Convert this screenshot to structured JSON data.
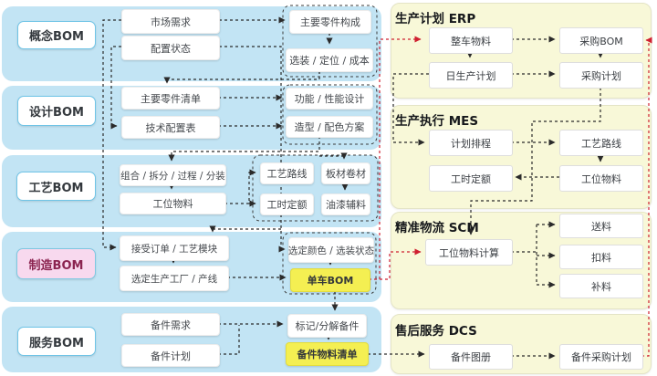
{
  "rows": [
    {
      "label": "概念BOM",
      "col_a": [
        "市场需求",
        "配置状态"
      ],
      "col_b": [
        "主要零件构成",
        "选装 / 定位 / 成本"
      ]
    },
    {
      "label": "设计BOM",
      "col_a": [
        "主要零件清单",
        "技术配置表"
      ],
      "col_b": [
        "功能 / 性能设计",
        "造型 / 配色方案"
      ]
    },
    {
      "label": "工艺BOM",
      "col_a": [
        "组合 / 拆分 / 过程 / 分装",
        "工位物料"
      ],
      "col_b": [
        "工艺路线",
        "板材卷材",
        "工时定额",
        "油漆辅料"
      ]
    },
    {
      "label": "制造BOM",
      "col_a": [
        "接受订单 / 工艺模块",
        "选定生产工厂 / 产线"
      ],
      "col_b": [
        "选定颜色 / 选装状态",
        "单车BOM"
      ]
    },
    {
      "label": "服务BOM",
      "col_a": [
        "备件需求",
        "备件计划"
      ],
      "col_b": [
        "标记/分解备件",
        "备件物料清单"
      ]
    }
  ],
  "panels": [
    {
      "title": "生产计划 ERP",
      "boxes": [
        "整车物料",
        "采购BOM",
        "日生产计划",
        "采购计划"
      ]
    },
    {
      "title": "生产执行 MES",
      "boxes": [
        "计划排程",
        "工艺路线",
        "工时定额",
        "工位物料"
      ]
    },
    {
      "title": "精准物流  SCM",
      "boxes": [
        "工位物料计算",
        "送料",
        "扣料",
        "补料"
      ]
    },
    {
      "title": "售后服务  DCS",
      "boxes": [
        "备件图册",
        "备件采购计划"
      ]
    }
  ],
  "colors": {
    "band_blue": "#c2e4f4",
    "highlight_yellow": "#f4ef52",
    "manufacturing_pink": "#f8d9ee",
    "panel_cream": "#f8f8d8",
    "black_connector": "#2a2a2a",
    "red_connector": "#cf2030"
  }
}
